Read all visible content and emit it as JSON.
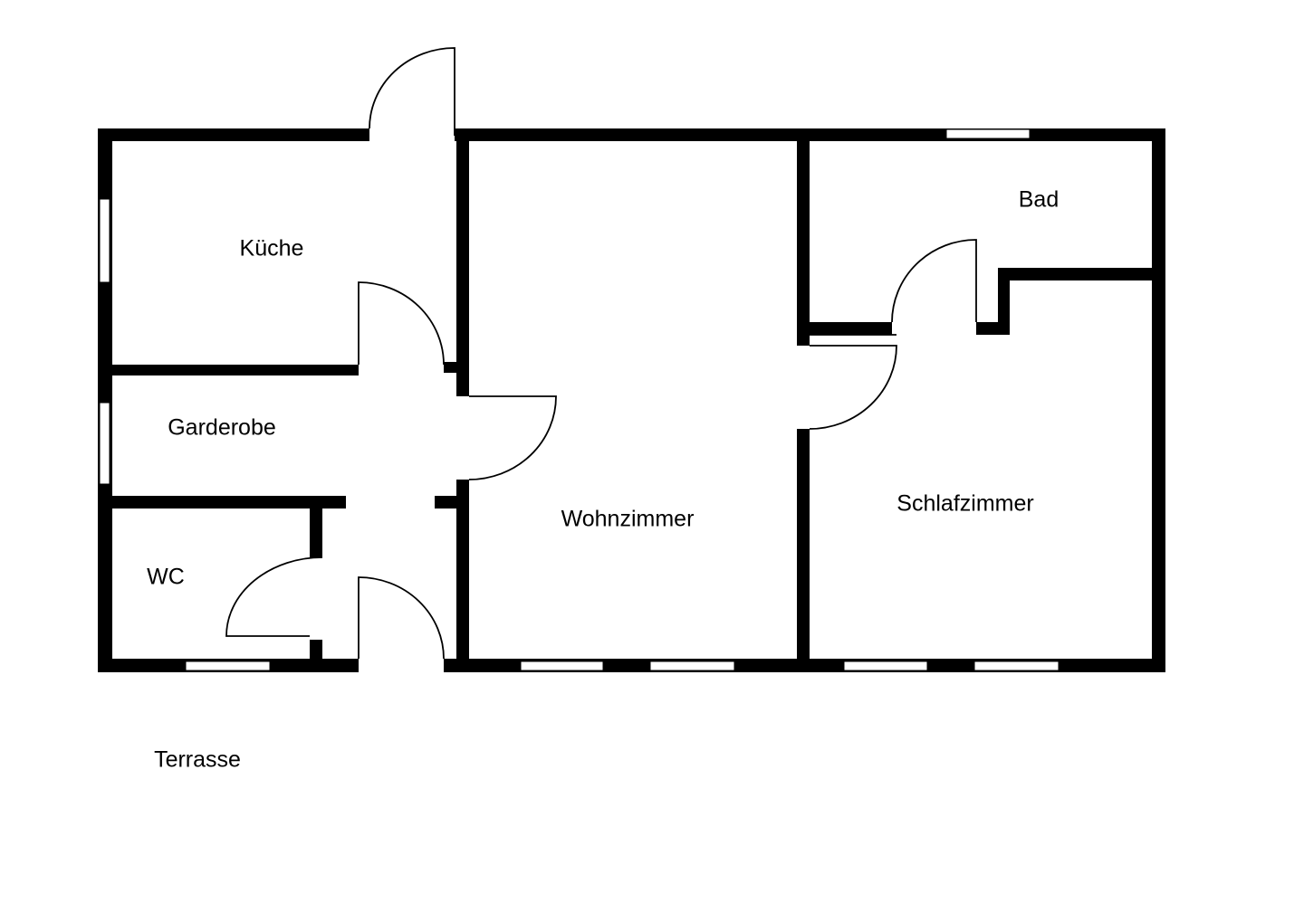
{
  "rooms": {
    "kueche": "Küche",
    "garderobe": "Garderobe",
    "wc": "WC",
    "wohnzimmer": "Wohnzimmer",
    "bad": "Bad",
    "schlafzimmer": "Schlafzimmer",
    "terrasse": "Terrasse"
  },
  "colors": {
    "wall": "#000000",
    "background": "#ffffff"
  }
}
